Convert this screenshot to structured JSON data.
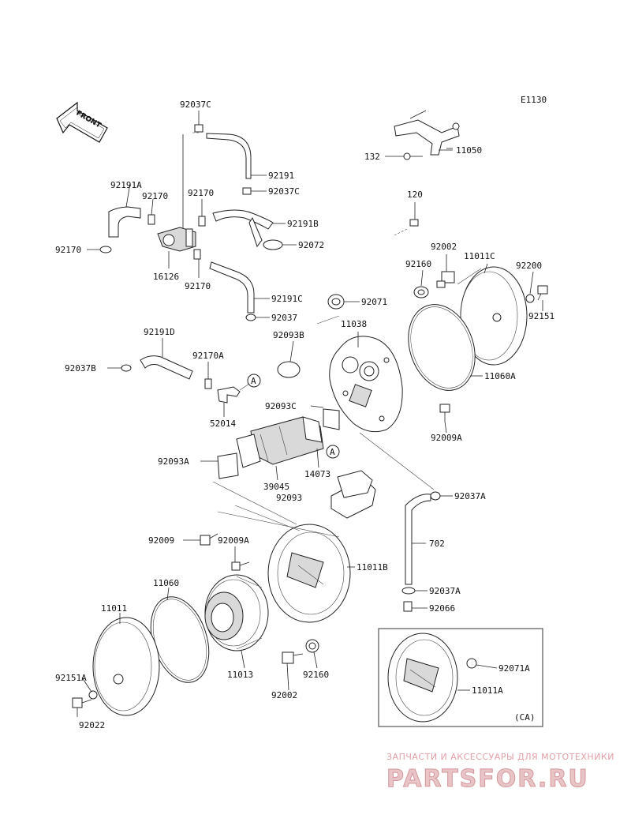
{
  "diagram_code": "E1130",
  "front_label": "FRONT",
  "variant_label": "(CA)",
  "callouts": {
    "a1": "A",
    "a2": "A"
  },
  "labels": {
    "p92037C_top": "92037C",
    "p92191": "92191",
    "p92037C_mid": "92037C",
    "p92191A": "92191A",
    "p92170_a": "92170",
    "p92170_b": "92170",
    "p92191B": "92191B",
    "p92170_left": "92170",
    "p92072": "92072",
    "p16126": "16126",
    "p92170_c": "92170",
    "p92191C": "92191C",
    "p92037": "92037",
    "p132": "132",
    "p11050": "11050",
    "p120": "120",
    "p92160_top": "92160",
    "p92002_top": "92002",
    "p11011C": "11011C",
    "p92200": "92200",
    "p92071": "92071",
    "p92151": "92151",
    "p11038": "11038",
    "p92093B": "92093B",
    "p11060A": "11060A",
    "p92191D": "92191D",
    "p92170A": "92170A",
    "p92037B": "92037B",
    "p52014": "52014",
    "p92093C": "92093C",
    "p92009A_right": "92009A",
    "p92093A": "92093A",
    "p39045": "39045",
    "p14073": "14073",
    "p92093": "92093",
    "p92037A_top": "92037A",
    "p92009": "92009",
    "p92009A": "92009A",
    "p702": "702",
    "p11011B": "11011B",
    "p11060": "11060",
    "p92037A_bot": "92037A",
    "p92066": "92066",
    "p11011": "11011",
    "p11013": "11013",
    "p92160_bot": "92160",
    "p92071A": "92071A",
    "p92151A": "92151A",
    "p11011A": "11011A",
    "p92002_bot": "92002",
    "p92022": "92022"
  },
  "watermark": {
    "tagline": "ЗАПЧАСТИ И АКСЕССУАРЫ ДЛЯ МОТОТЕХНИКИ",
    "brand": "PARTSFOR.RU"
  }
}
